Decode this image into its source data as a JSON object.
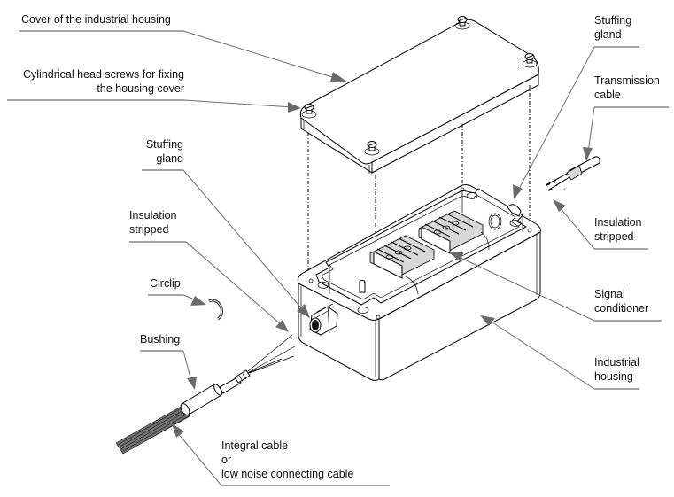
{
  "diagram": {
    "title": "Exploded view of industrial housing with signal conditioner",
    "colors": {
      "line": "#000000",
      "leader": "#6e6e6e",
      "arrow": "#6a6a6a",
      "fill_grey": "#d8d8d8",
      "background": "#ffffff"
    },
    "labels": {
      "cover": {
        "lines": [
          "Cover of the industrial housing"
        ]
      },
      "screws": {
        "lines": [
          "Cylindrical head screws for fixing",
          "the housing cover"
        ]
      },
      "gland_right": {
        "lines": [
          "Stuffing",
          "gland"
        ]
      },
      "transmission_cable": {
        "lines": [
          "Transmission",
          "cable"
        ]
      },
      "gland_left": {
        "lines": [
          "Stuffing",
          "gland"
        ]
      },
      "insulation_left": {
        "lines": [
          "Insulation",
          "stripped"
        ]
      },
      "insulation_right": {
        "lines": [
          "Insulation",
          "stripped"
        ]
      },
      "circlip": {
        "lines": [
          "Circlip"
        ]
      },
      "bushing": {
        "lines": [
          "Bushing"
        ]
      },
      "signal_conditioner": {
        "lines": [
          "Signal",
          "conditioner"
        ]
      },
      "industrial_housing": {
        "lines": [
          "Industrial",
          "housing"
        ]
      },
      "integral_cable": {
        "lines": [
          "Integral cable",
          "or",
          "low noise connecting cable"
        ]
      }
    },
    "components": [
      "housing-cover",
      "cover-screw",
      "housing-body",
      "terminal-block",
      "stuffing-gland",
      "circlip",
      "bushing",
      "sensor-cable",
      "transmission-cable"
    ]
  }
}
